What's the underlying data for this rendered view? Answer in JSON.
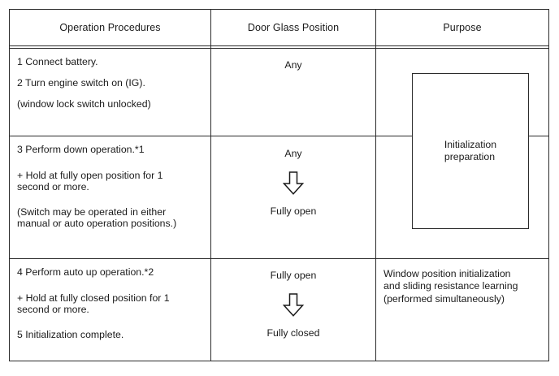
{
  "document": {
    "type": "procedure-table",
    "background_color": "#ffffff",
    "line_color": "#2b2b2b",
    "text_color": "#1a1a1a"
  },
  "table": {
    "headers": [
      "Operation Procedures",
      "Door Glass Position",
      "Purpose"
    ],
    "rows": [
      {
        "procedures": [
          "1 Connect battery.",
          "2 Turn engine switch on (IG).",
          "(window lock switch unlocked)"
        ],
        "glass_position": {
          "from": "Any",
          "arrow": "down-arrow-icon",
          "to": ""
        }
      },
      {
        "procedures": [
          "3 Perform down operation.*1",
          "+ Hold at fully open position for 1\nsecond or more.",
          "(Switch may be operated in either\nmanual or auto operation positions.)"
        ],
        "glass_position": {
          "from": "Any",
          "arrow": "down-arrow-icon",
          "to": "Fully open"
        }
      },
      {
        "procedures": [
          "4 Perform auto up operation.*2",
          "+ Hold at fully closed position for 1\nsecond or more.",
          "5 Initialization complete."
        ],
        "glass_position": {
          "from": "Fully open",
          "arrow": "down-arrow-icon",
          "to": "Fully closed"
        }
      }
    ],
    "purpose": {
      "merged_box_label": "Initialization\npreparation",
      "row3_text": "Window position initialization\nand sliding resistance learning\n(performed simultaneously)"
    }
  }
}
